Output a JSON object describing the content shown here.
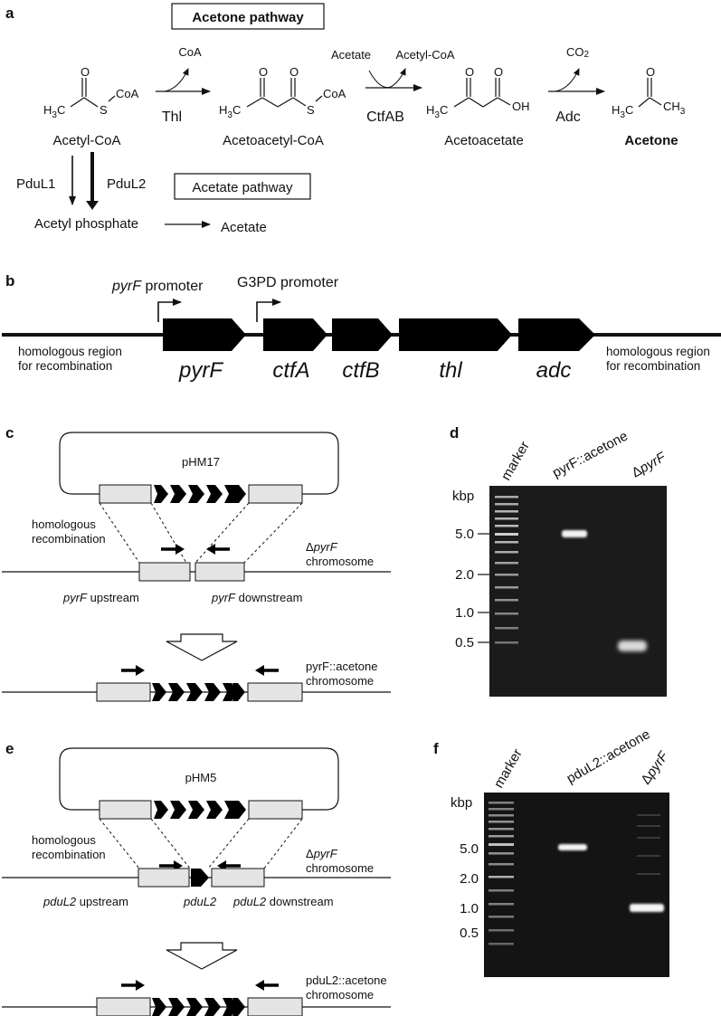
{
  "panels": {
    "a": "a",
    "b": "b",
    "c": "c",
    "d": "d",
    "e": "e",
    "f": "f"
  },
  "panel_a": {
    "acetone_pathway_box": "Acetone pathway",
    "acetate_pathway_box": "Acetate pathway",
    "acetyl_coa": "Acetyl-CoA",
    "acetoacetyl_coa": "Acetoacetyl-CoA",
    "acetoacetate": "Acetoacetate",
    "acetone": "Acetone",
    "coa_released": "CoA",
    "acetate_in": "Acetate",
    "acetyl_coa_out": "Acetyl-CoA",
    "co2": "CO",
    "co2_sub": "2",
    "enzyme_thl": "Thl",
    "enzyme_ctfab": "CtfAB",
    "enzyme_adc": "Adc",
    "enzyme_pdul1": "PduL1",
    "enzyme_pdul2": "PduL2",
    "acetyl_phosphate": "Acetyl phosphate",
    "acetate_product": "Acetate",
    "struct_h": "H",
    "struct_3": "3",
    "struct_c": "C",
    "struct_o": "O",
    "struct_s": "S",
    "struct_coa": "CoA",
    "struct_oh": "OH",
    "struct_ch3": "CH"
  },
  "panel_b": {
    "pyrf_promoter_italic": "pyrF",
    "pyrf_promoter_rest": " promoter",
    "g3pd_promoter": "G3PD promoter",
    "homologous_left_1": "homologous region",
    "homologous_left_2": "for recombination",
    "homologous_right_1": "homologous region",
    "homologous_right_2": "for recombination",
    "genes": [
      "pyrF",
      "ctfA",
      "ctfB",
      "thl",
      "adc"
    ]
  },
  "panel_c": {
    "plasmid": "pHM17",
    "homologous_1": "homologous",
    "homologous_2": "recombination",
    "delta": "Δ",
    "chrom_gene": "pyrF",
    "chromosome": "chromosome",
    "upstream_italic": "pyrF",
    "upstream_rest": " upstream",
    "downstream_italic": "pyrF",
    "downstream_rest": " downstream",
    "result_1": "pyrF::acetone",
    "result_2": "chromosome"
  },
  "panel_d": {
    "kbp": "kbp",
    "lanes": [
      "marker",
      "pyrF::acetone"
    ],
    "delta": "Δ",
    "delta_lane_italic": "pyrF",
    "ticks": [
      "5.0",
      "2.0",
      "1.0",
      "0.5"
    ]
  },
  "panel_e": {
    "plasmid": "pHM5",
    "homologous_1": "homologous",
    "homologous_2": "recombination",
    "delta": "Δ",
    "chrom_gene": "pyrF",
    "chromosome": "chromosome",
    "upstream_italic": "pduL2",
    "upstream_rest": " upstream",
    "middle_gene": "pduL2",
    "downstream_italic": "pduL2",
    "downstream_rest": " downstream",
    "result_1": "pduL2::acetone",
    "result_2": "chromosome"
  },
  "panel_f": {
    "kbp": "kbp",
    "lanes": [
      "marker",
      "pduL2::acetone"
    ],
    "delta": "Δ",
    "delta_lane_italic": "pyrF",
    "ticks": [
      "5.0",
      "2.0",
      "1.0",
      "0.5"
    ]
  }
}
